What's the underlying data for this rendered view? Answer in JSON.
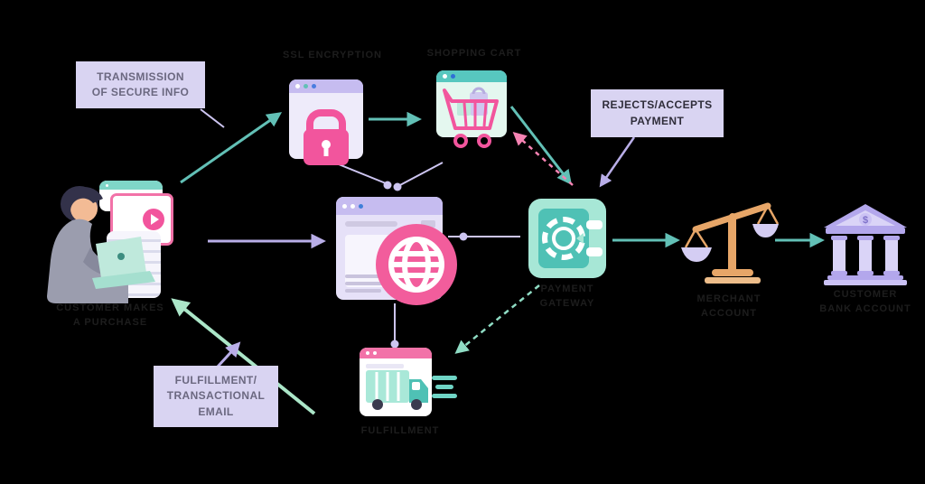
{
  "diagram_subject": "how-online-payment-gateway-works-flow",
  "callouts": {
    "transmission": {
      "line1": "TRANSMISSION",
      "line2": "OF SECURE INFO"
    },
    "rejects": {
      "line1": "REJECTS/ACCEPTS",
      "line2": "PAYMENT"
    },
    "fulfillment": {
      "line1": "FULFILLMENT/",
      "line2": "TRANSACTIONAL",
      "line3": "EMAIL"
    }
  },
  "captions": {
    "customer1": "CUSTOMER MAKES",
    "customer2": "A PURCHASE",
    "ssl": "SSL ENCRYPTION",
    "cart": "SHOPPING CART",
    "gateway1": "PAYMENT",
    "gateway2": "GATEWAY",
    "merchant1": "MERCHANT",
    "merchant2": "ACCOUNT",
    "bank1": "CUSTOMER",
    "bank2": "BANK ACCOUNT",
    "truck": "FULFILLMENT",
    "bank_dollar": "$"
  },
  "icons": {
    "customer": "person-at-laptop-icon",
    "ssl_page": "padlock-browser-icon",
    "shopping_cart": "shopping-cart-browser-icon",
    "website": "globe-browser-icon",
    "payment_gateway": "safe-vault-icon",
    "merchant_account": "balance-scale-icon",
    "bank": "bank-building-icon",
    "fulfillment": "delivery-truck-browser-icon"
  },
  "colors": {
    "background": "#000000",
    "callout_bg": "#d9d4f2",
    "callout_text_muted": "#6b6880",
    "callout_text_dark": "#2f2d3a",
    "faint_caption": "#1d1d1d",
    "teal_arrow": "#62c0b6",
    "mint_arrow": "#abe6c8",
    "mint_dashed_arrow": "#8fdcc4",
    "lavender_arrow": "#b9aee8",
    "pink_dashed_arrow": "#f583b3",
    "pink": "#f2559d",
    "safe_outer": "#a7e7d6",
    "safe_inner": "#4fc1b5",
    "scale_orange": "#e7a668",
    "bank_purple": "#b3a7ec",
    "bank_light": "#dad4f7",
    "browser_lavender": "#c6bcf0",
    "browser_teal": "#57c7bf",
    "browser_pink": "#f272a8"
  }
}
